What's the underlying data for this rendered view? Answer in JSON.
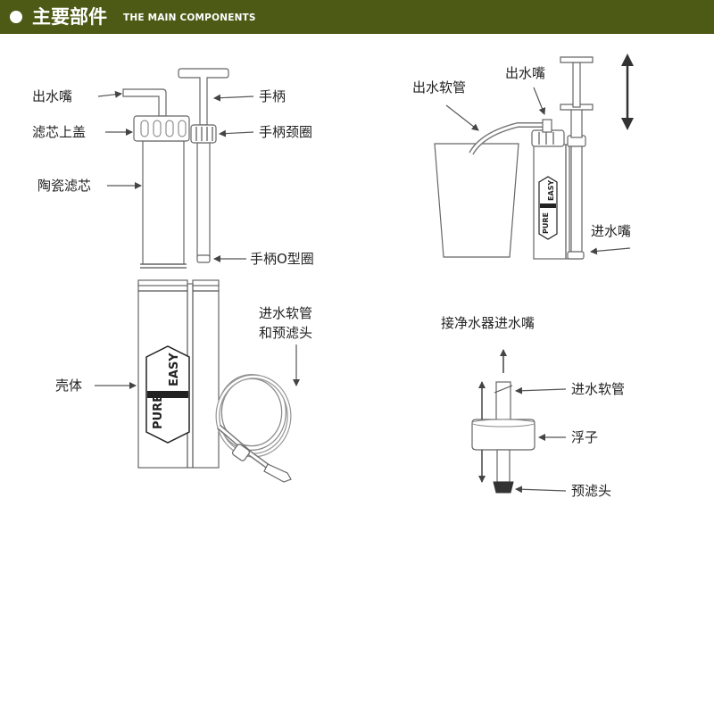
{
  "header": {
    "title_zh": "主要部件",
    "title_en": "THE MAIN COMPONENTS",
    "bg_color": "#4d5a16"
  },
  "brand": {
    "line1": "PURE",
    "line2": "EASY"
  },
  "labels": {
    "outlet_nozzle": "出水嘴",
    "handle": "手柄",
    "filter_cap": "滤芯上盖",
    "handle_collar": "手柄颈圈",
    "ceramic_filter": "陶瓷滤芯",
    "handle_o_ring": "手柄O型圈",
    "inlet_hose_line1": "进水软管",
    "inlet_hose_line2": "和预滤头",
    "housing": "壳体",
    "outlet_hose": "出水软管",
    "outlet_nozzle_2": "出水嘴",
    "inlet_nozzle": "进水嘴",
    "connect_inlet": "接净水器进水嘴",
    "inlet_hose": "进水软管",
    "float": "浮子",
    "prefilter": "预滤头"
  }
}
